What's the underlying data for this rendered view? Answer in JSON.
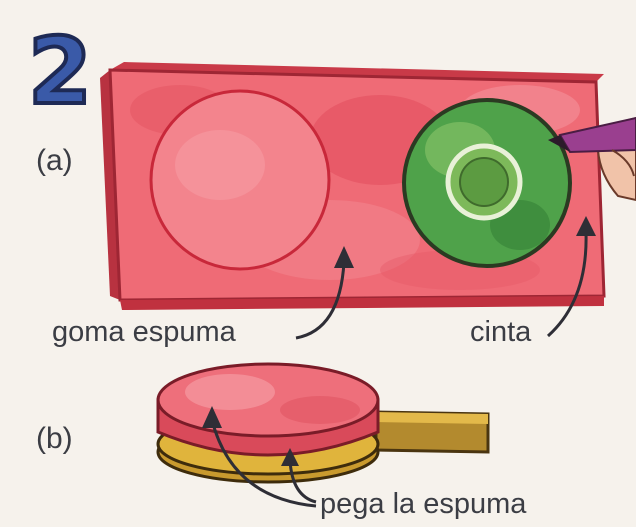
{
  "step_number": "2",
  "panel_a": {
    "label": "(a)",
    "foam_caption": "goma espuma",
    "tape_caption": "cinta"
  },
  "panel_b": {
    "label": "(b)",
    "caption": "pega la espuma"
  },
  "colors": {
    "foam": "#ef6b76",
    "foam_dark": "#d9404e",
    "tape_green": "#4fa24a",
    "paddle_wood": "#d9a83a",
    "text": "#3b3d44",
    "step_blue": "#3a5aa8"
  }
}
